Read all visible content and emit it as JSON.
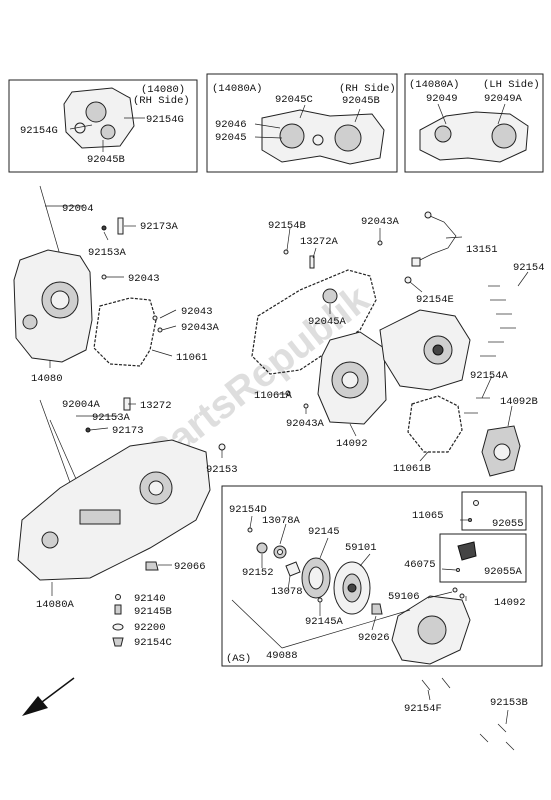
{
  "diagram": {
    "watermark": "PartsRepublik",
    "inset_boxes": [
      {
        "code": "(14080)",
        "side": "(RH Side)",
        "labels": [
          "92154G",
          "92154G",
          "92045B"
        ]
      },
      {
        "code": "(14080A)",
        "side": "(RH Side)",
        "labels": [
          "92045C",
          "92045B",
          "92046",
          "92045"
        ]
      },
      {
        "code": "(14080A)",
        "side": "(LH Side)",
        "labels": [
          "92049",
          "92049A"
        ]
      }
    ],
    "labels": {
      "l92004": "92004",
      "l92173A": "92173A",
      "l92153A": "92153A",
      "l92043a": "92043",
      "l92043b": "92043",
      "l92043A": "92043A",
      "l11061": "11061",
      "l14080": "14080",
      "l92004A": "92004A",
      "l92153A2": "92153A",
      "l13272": "13272",
      "l92173": "92173",
      "l92153": "92153",
      "l92066": "92066",
      "l14080A": "14080A",
      "l92140": "92140",
      "l92145B": "92145B",
      "l92200": "92200",
      "l92154C": "92154C",
      "l92154B": "92154B",
      "l13272A": "13272A",
      "l92043A2": "92043A",
      "l13151": "13151",
      "l92154": "92154",
      "l92154E": "92154E",
      "l92045A": "92045A",
      "l11061A": "11061A",
      "l92043A3": "92043A",
      "l14092": "14092",
      "l92154A": "92154A",
      "l14092B": "14092B",
      "l11061B": "11061B",
      "l92154D": "92154D",
      "l13078A": "13078A",
      "l92145": "92145",
      "l59101": "59101",
      "l11065": "11065",
      "l92055": "92055",
      "l46075": "46075",
      "l92055A": "92055A",
      "l92152": "92152",
      "l13078": "13078",
      "l59106": "59106",
      "l14092b": "14092",
      "l92145A": "92145A",
      "l92026": "92026",
      "l49088": "49088",
      "lAS": "(AS)",
      "l92154F": "92154F",
      "l92153B": "92153B"
    }
  }
}
